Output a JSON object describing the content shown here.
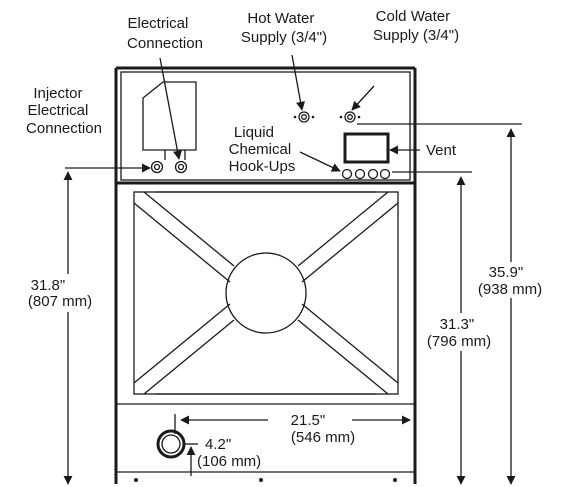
{
  "labels": {
    "electrical_connection": [
      "Electrical",
      "Connection"
    ],
    "hot_water_supply": [
      "Hot Water",
      "Supply (3/4\")"
    ],
    "cold_water_supply": [
      "Cold Water",
      "Supply (3/4\")"
    ],
    "injector_electrical_connection": [
      "Injector",
      "Electrical",
      "Connection"
    ],
    "liquid_chemical_hookups": [
      "Liquid",
      "Chemical",
      "Hook-Ups"
    ],
    "vent": "Vent"
  },
  "dimensions": {
    "left_height": [
      "31.8\"",
      "(807 mm)"
    ],
    "right_outer_height": [
      "35.9\"",
      "(938 mm)"
    ],
    "right_inner_height": [
      "31.3\"",
      "(796 mm)"
    ],
    "drain_width": [
      "21.5\"",
      "(546 mm)"
    ],
    "drain_height": [
      "4.2\"",
      "(106 mm)"
    ]
  },
  "colors": {
    "line": "#1a1a1a",
    "background": "#ffffff"
  }
}
